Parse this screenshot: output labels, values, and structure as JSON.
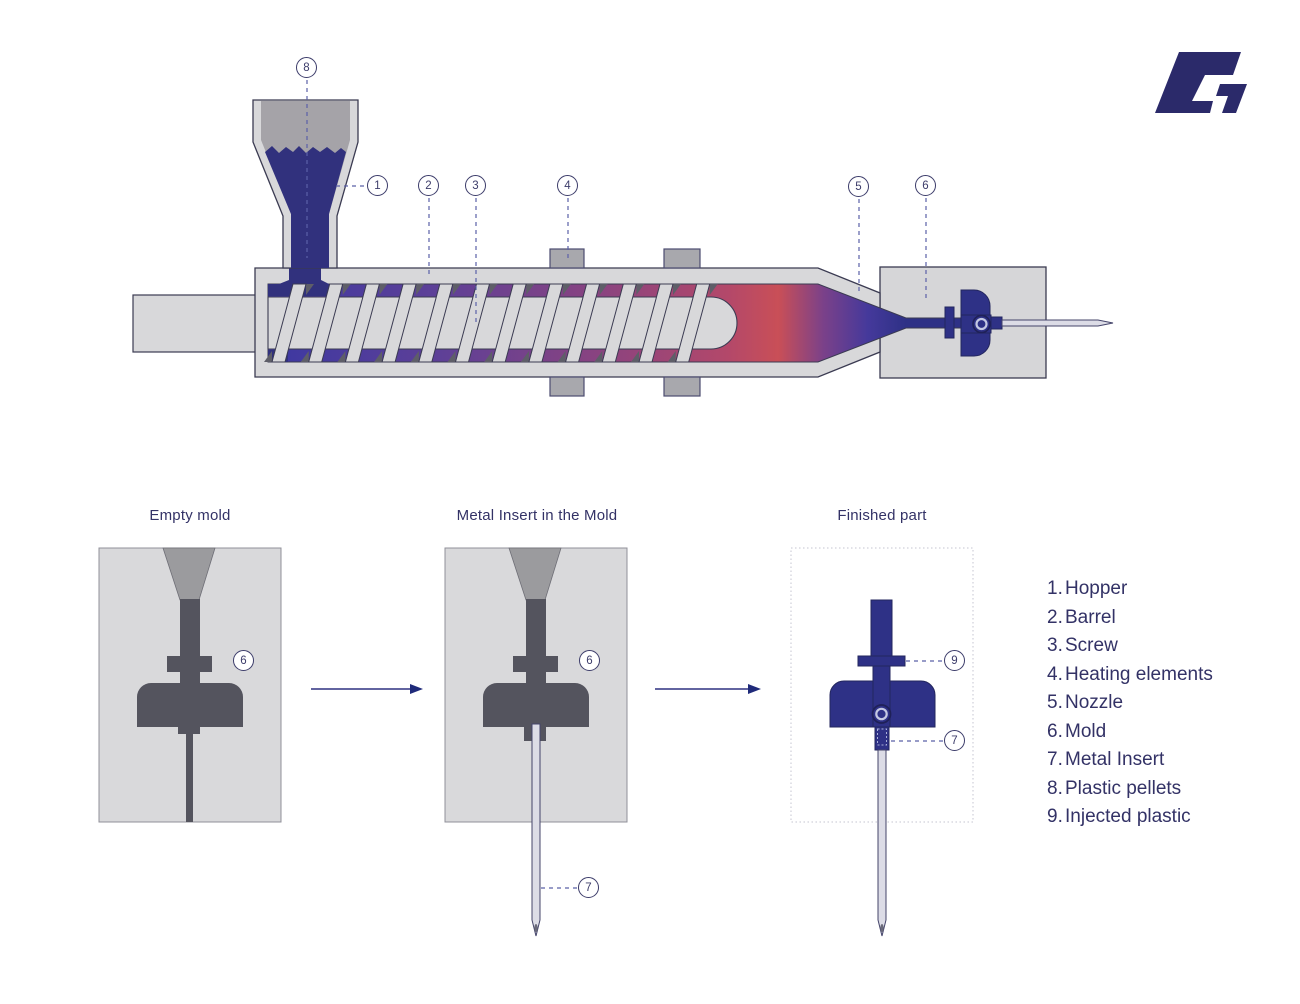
{
  "machine": {
    "callouts": [
      {
        "n": "8"
      },
      {
        "n": "1"
      },
      {
        "n": "2"
      },
      {
        "n": "3"
      },
      {
        "n": "4"
      },
      {
        "n": "5"
      },
      {
        "n": "6"
      }
    ]
  },
  "stages": [
    {
      "title": "Empty mold",
      "callouts": [
        {
          "n": "6"
        }
      ]
    },
    {
      "title": "Metal Insert in the Mold",
      "callouts": [
        {
          "n": "6"
        },
        {
          "n": "7"
        }
      ]
    },
    {
      "title": "Finished part",
      "callouts": [
        {
          "n": "9"
        },
        {
          "n": "7"
        }
      ]
    }
  ],
  "legend": {
    "items": [
      {
        "n": "1.",
        "label": "Hopper"
      },
      {
        "n": "2.",
        "label": "Barrel"
      },
      {
        "n": "3.",
        "label": "Screw"
      },
      {
        "n": "4.",
        "label": "Heating elements"
      },
      {
        "n": "5.",
        "label": "Nozzle"
      },
      {
        "n": "6.",
        "label": "Mold"
      },
      {
        "n": "7.",
        "label": "Metal Insert"
      },
      {
        "n": "8.",
        "label": "Plastic pellets"
      },
      {
        "n": "9.",
        "label": "Injected plastic"
      }
    ]
  },
  "colors": {
    "part_navy": "#2e3186",
    "pellet_navy": "#31317d",
    "melt_hot_red": "#c94f57",
    "casing_gray": "#d8d8da",
    "cavity_dark": "#54545e",
    "text_navy": "#333266",
    "leader_blue": "#5b60a8",
    "logo_navy": "#2b2a6a"
  }
}
